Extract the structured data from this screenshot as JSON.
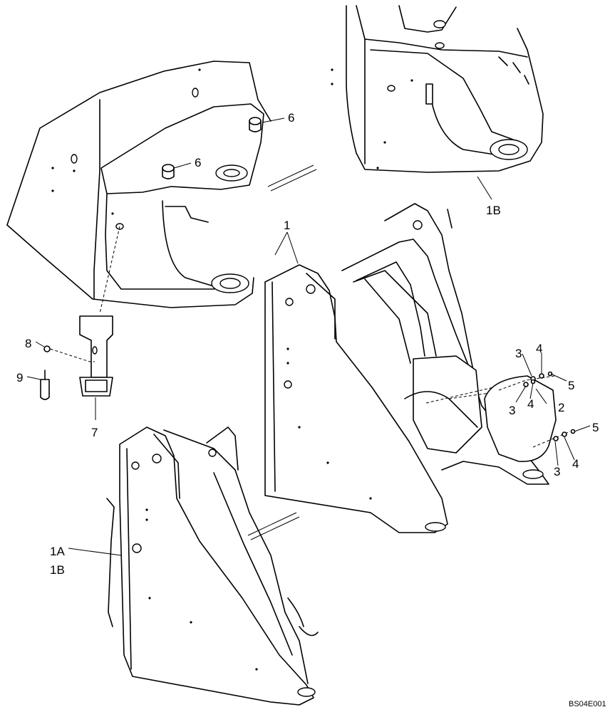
{
  "callouts": {
    "frame_1": "1",
    "frame_1a": "1A",
    "frame_1b_lower": "1B",
    "frame_1b_upper": "1B",
    "plate_2": "2",
    "washer_3a": "3",
    "washer_3b": "3",
    "washer_3c": "3",
    "nut_4a": "4",
    "nut_4b": "4",
    "nut_4c": "4",
    "bolt_5a": "5",
    "bolt_5b": "5",
    "bushing_6a": "6",
    "bushing_6b": "6",
    "bracket_7": "7",
    "fitting_8": "8",
    "pin_9": "9"
  },
  "figure_code": "BS04E001"
}
